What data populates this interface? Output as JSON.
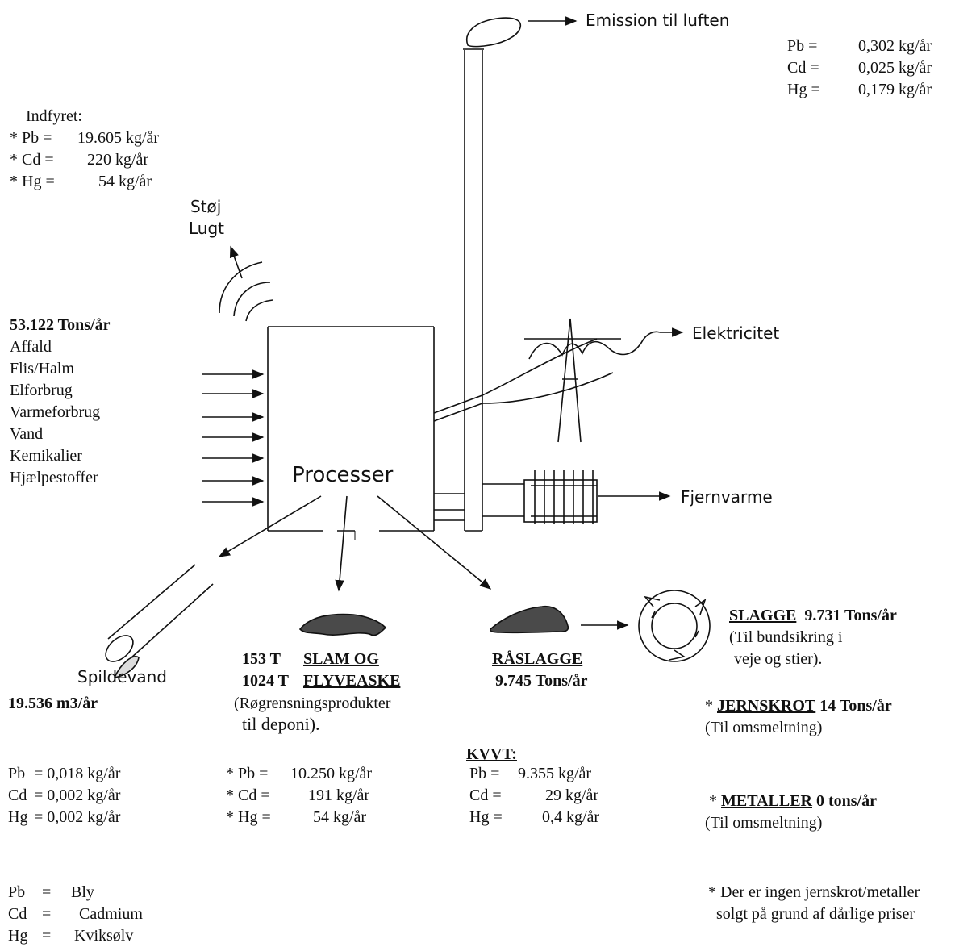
{
  "air": {
    "label": "Emission til luften",
    "rows": [
      {
        "k": "Pb =",
        "v": "0,302 kg/år"
      },
      {
        "k": "Cd =",
        "v": "0,025 kg/år"
      },
      {
        "k": "Hg =",
        "v": "0,179 kg/år"
      }
    ]
  },
  "indfyret": {
    "title": "Indfyret:",
    "rows": [
      {
        "k": "* Pb =",
        "v": "19.605 kg/år"
      },
      {
        "k": "* Cd =",
        "v": "220 kg/år"
      },
      {
        "k": "* Hg =",
        "v": "54 kg/år"
      }
    ]
  },
  "noise": {
    "line1": "Støj",
    "line2": "Lugt"
  },
  "inputs": {
    "total": "53.122 Tons/år",
    "items": [
      "Affald",
      "Flis/Halm",
      "Elforbrug",
      "Varmeforbrug",
      "Vand",
      "Kemikalier",
      "Hjælpestoffer"
    ]
  },
  "process_label": "Processer",
  "elektricitet": "Elektricitet",
  "fjernvarme": "Fjernvarme",
  "spildevand": {
    "label": "Spildevand",
    "amount": "19.536 m3/år",
    "rows": [
      {
        "k": "Pb",
        "v": "= 0,018 kg/år"
      },
      {
        "k": "Cd",
        "v": "= 0,002 kg/år"
      },
      {
        "k": "Hg",
        "v": "= 0,002 kg/år"
      }
    ]
  },
  "slam": {
    "line1_amount": "153 T",
    "line1_label": "SLAM OG",
    "line2_amount": "1024 T",
    "line2_label": "FLYVEASKE",
    "note1": "(Røgrensningsprodukter",
    "note2": "til deponi).",
    "rows": [
      {
        "k": "* Pb =",
        "v": "10.250 kg/år"
      },
      {
        "k": "* Cd =",
        "v": "191 kg/år"
      },
      {
        "k": "* Hg =",
        "v": "54 kg/år"
      }
    ]
  },
  "raaslagge": {
    "label": "RÅSLAGGE",
    "amount": "9.745 Tons/år",
    "kvvt": "KVVT:",
    "rows": [
      {
        "k": "Pb =",
        "v": "9.355 kg/år"
      },
      {
        "k": "Cd =",
        "v": "29 kg/år"
      },
      {
        "k": "Hg =",
        "v": "0,4 kg/år"
      }
    ]
  },
  "slagge": {
    "label": "SLAGGE",
    "amount": "9.731 Tons/år",
    "note1": "(Til bundsikring i",
    "note2": "veje og stier)."
  },
  "jernskrot": {
    "star": "*",
    "label": "JERNSKROT",
    "amount": "14 Tons/år",
    "note": "(Til omsmeltning)"
  },
  "metaller": {
    "star": "*",
    "label": "METALLER",
    "amount": "0 tons/år",
    "note": "(Til omsmeltning)"
  },
  "footnote": {
    "line1": "* Der er ingen jernskrot/metaller",
    "line2": "solgt på grund af dårlige priser"
  },
  "legend": [
    {
      "k": "Pb",
      "eq": "=",
      "v": "Bly"
    },
    {
      "k": "Cd",
      "eq": "=",
      "v": "Cadmium"
    },
    {
      "k": "Hg",
      "eq": "=",
      "v": "Kviksølv"
    }
  ]
}
